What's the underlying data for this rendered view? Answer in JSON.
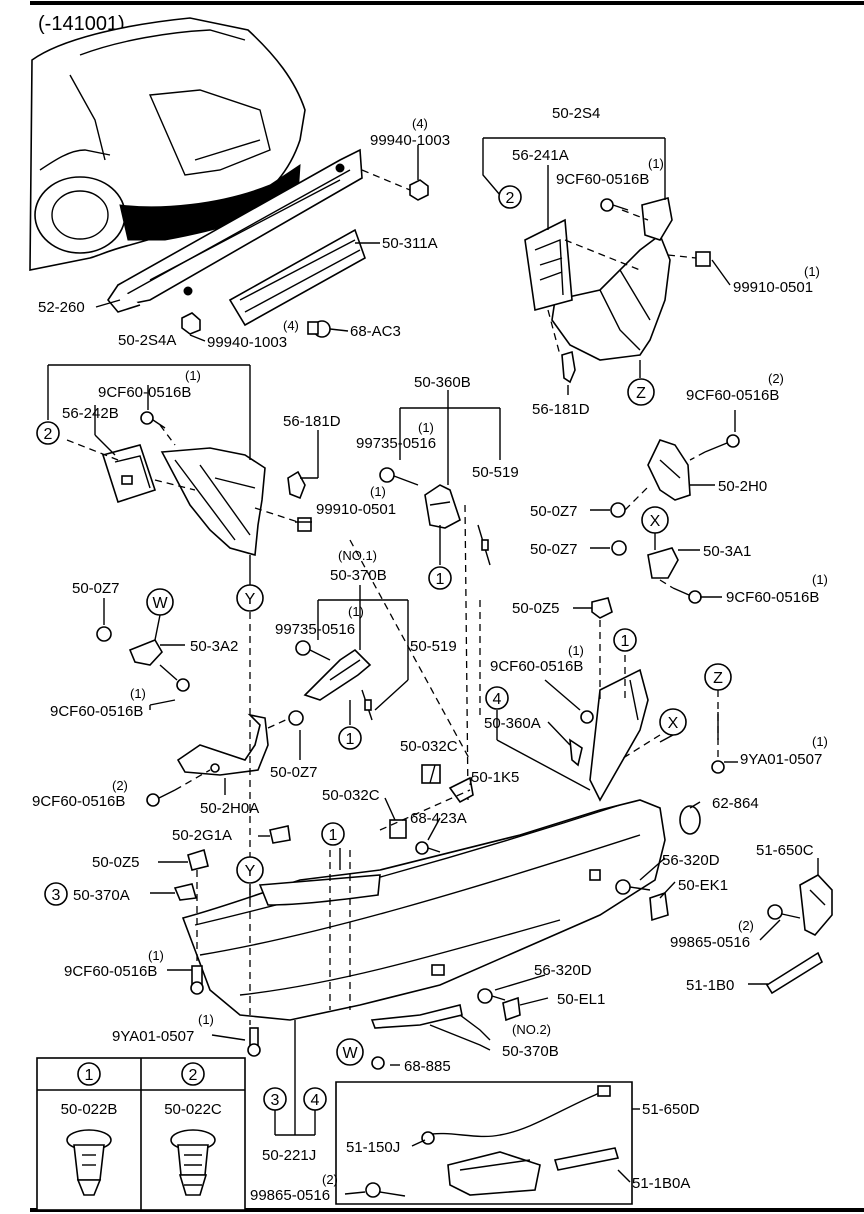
{
  "header": {
    "code": "(-141001)"
  },
  "labels": {
    "p_99940_1003_top": "99940-1003",
    "q_99940_1003_top": "(4)",
    "p_50_311A": "50-311A",
    "p_52_260": "52-260",
    "p_99940_1003_bot": "99940-1003",
    "p_68_AC3": "68-AC3",
    "q_68_AC3": "(4)",
    "p_50_2S4": "50-2S4",
    "p_56_241A": "56-241A",
    "p_9CF60_R1": "9CF60-0516B",
    "q_9CF60_R1": "(1)",
    "p_99910_R": "99910-0501",
    "q_99910_R": "(1)",
    "p_56_181D_R": "56-181D",
    "p_50_2S4A": "50-2S4A",
    "p_9CF60_L1": "9CF60-0516B",
    "q_9CF60_L1": "(1)",
    "p_56_242B": "56-242B",
    "p_56_181D_L": "56-181D",
    "p_99910_L": "99910-0501",
    "q_99910_L": "(1)",
    "p_50_360B": "50-360B",
    "p_99735_top": "99735-0516",
    "q_99735_top": "(1)",
    "p_50_519_top": "50-519",
    "p_9CF60_R2": "9CF60-0516B",
    "q_9CF60_R2": "(2)",
    "p_50_2H0": "50-2H0",
    "p_50_0Z7_a": "50-0Z7",
    "p_50_0Z7_b": "50-0Z7",
    "p_50_3A1": "50-3A1",
    "p_9CF60_R3": "9CF60-0516B",
    "q_9CF60_R3": "(1)",
    "p_no1": "(NO.1)",
    "p_50_370B_top": "50-370B",
    "p_99735_mid": "99735-0516",
    "q_99735_mid": "(1)",
    "p_50_519_mid": "50-519",
    "p_50_0Z7_c": "50-0Z7",
    "p_50_3A2": "50-3A2",
    "p_9CF60_L2": "9CF60-0516B",
    "q_9CF60_L2": "(1)",
    "p_50_0Z5_top": "50-0Z5",
    "p_9CF60_C": "9CF60-0516B",
    "q_9CF60_C": "(1)",
    "p_50_360A": "50-360A",
    "p_9YA01_R": "9YA01-0507",
    "q_9YA01_R": "(1)",
    "p_50_0Z7_d": "50-0Z7",
    "p_9CF60_L3": "9CF60-0516B",
    "q_9CF60_L3": "(2)",
    "p_50_2H0A": "50-2H0A",
    "p_50_032C_a": "50-032C",
    "p_50_1K5": "50-1K5",
    "p_50_032C_b": "50-032C",
    "p_68_423A": "68-423A",
    "p_62_864": "62-864",
    "p_50_2G1A": "50-2G1A",
    "p_50_0Z5_bot": "50-0Z5",
    "p_50_370A": "50-370A",
    "p_56_320D_a": "56-320D",
    "p_50_EK1": "50-EK1",
    "p_51_650C": "51-650C",
    "p_99865_a": "99865-0516",
    "q_99865_a": "(2)",
    "p_9CF60_L4": "9CF60-0516B",
    "q_9CF60_L4": "(1)",
    "p_51_1B0": "51-1B0",
    "p_56_320D_b": "56-320D",
    "p_50_EL1": "50-EL1",
    "p_9YA01_L": "9YA01-0507",
    "q_9YA01_L": "(1)",
    "p_no2": "(NO.2)",
    "p_50_370B_bot": "50-370B",
    "p_68_885": "68-885",
    "p_51_650D": "51-650D",
    "p_51_150J": "51-150J",
    "p_51_1B0A": "51-1B0A",
    "p_50_221J": "50-221J",
    "p_99865_b": "99865-0516",
    "q_99865_b": "(2)"
  },
  "refs": {
    "one": "1",
    "two": "2",
    "three": "3",
    "four": "4",
    "W": "W",
    "X": "X",
    "Y": "Y",
    "Z": "Z"
  },
  "legend": {
    "col1_marker": "1",
    "col2_marker": "2",
    "col1_part": "50-022B",
    "col2_part": "50-022C"
  }
}
